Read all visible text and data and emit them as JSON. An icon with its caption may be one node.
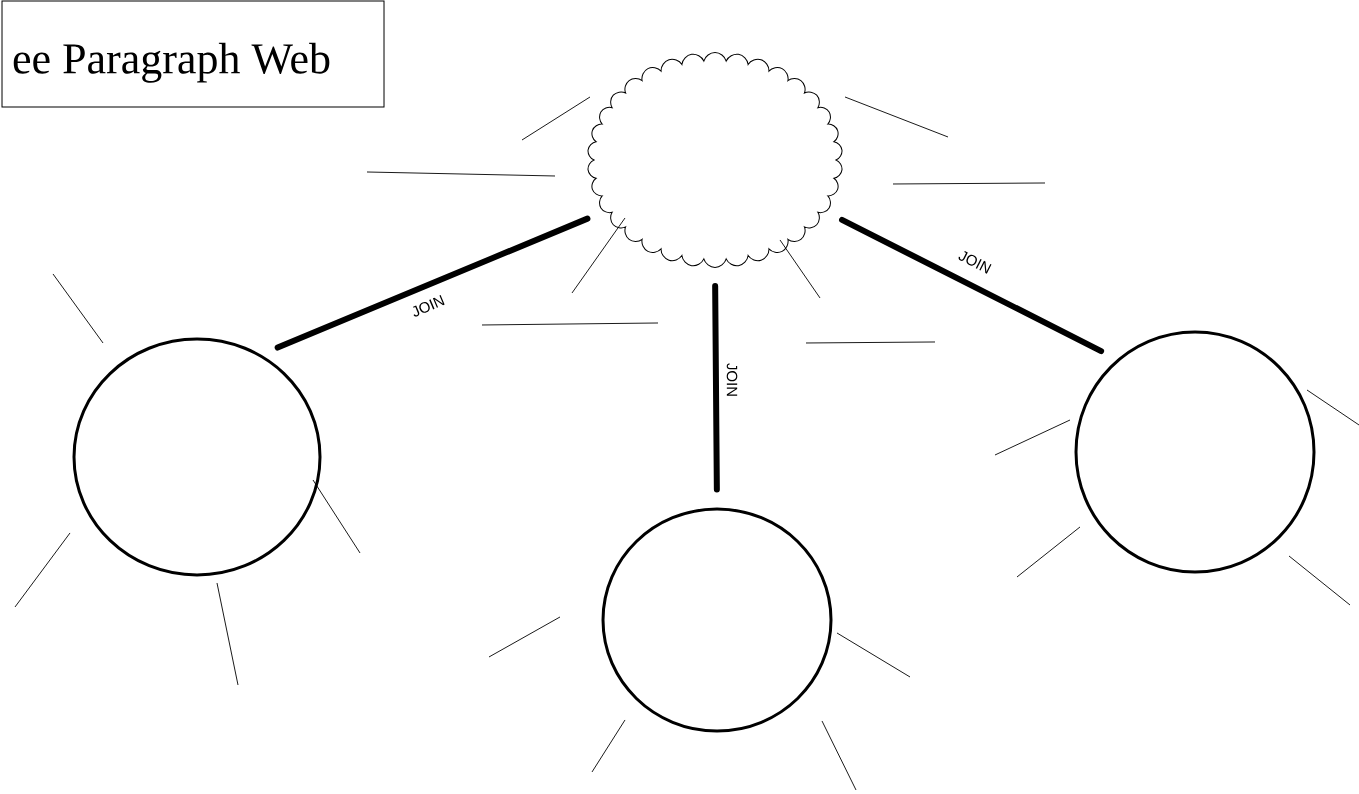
{
  "diagram": {
    "nodes": [
      {
        "text": [
          "ee Paragraph Web"
        ]
      },
      {
        "text": [],
        "shape": "cloud"
      },
      {
        "text": [],
        "shape": "circle"
      },
      {
        "text": [],
        "shape": "circle"
      },
      {
        "text": [],
        "shape": "circle"
      }
    ],
    "edges": [
      {
        "from": 1,
        "to": 2,
        "arrow": "none",
        "label": "JOIN"
      },
      {
        "from": 1,
        "to": 3,
        "arrow": "none",
        "label": "JOIN"
      },
      {
        "from": 1,
        "to": 4,
        "arrow": "none",
        "label": "JOIN"
      }
    ]
  }
}
